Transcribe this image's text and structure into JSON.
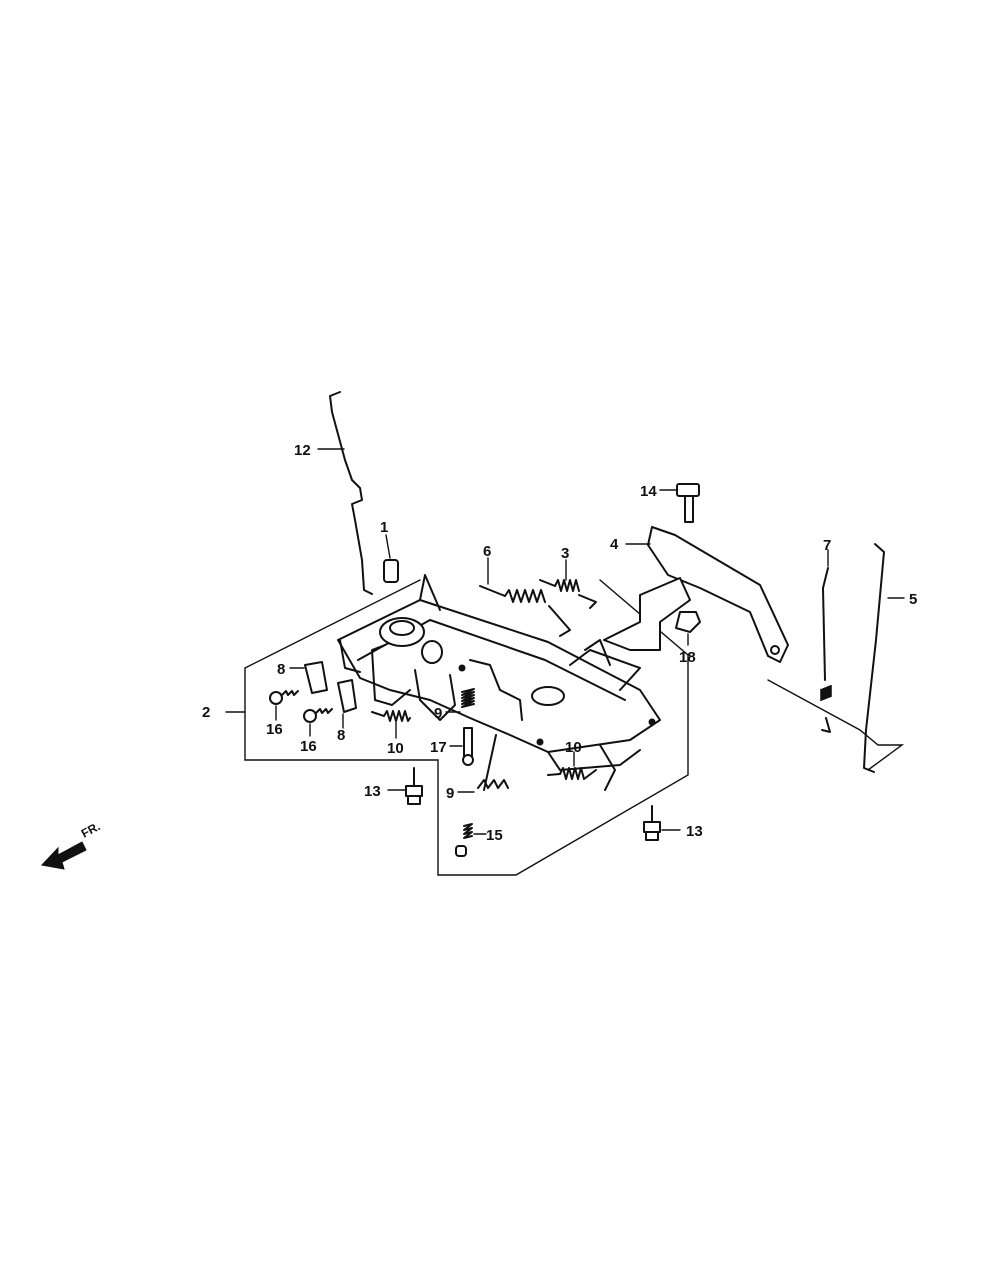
{
  "callouts": {
    "c1": "1",
    "c2": "2",
    "c3": "3",
    "c4": "4",
    "c5": "5",
    "c6": "6",
    "c7": "7",
    "c8a": "8",
    "c8b": "8",
    "c9a": "9",
    "c9b": "9",
    "c10a": "10",
    "c10b": "10",
    "c12": "12",
    "c13a": "13",
    "c13b": "13",
    "c14": "14",
    "c15": "15",
    "c16a": "16",
    "c16b": "16",
    "c17": "17",
    "c18": "18"
  },
  "front_arrow": {
    "label": "FR."
  }
}
